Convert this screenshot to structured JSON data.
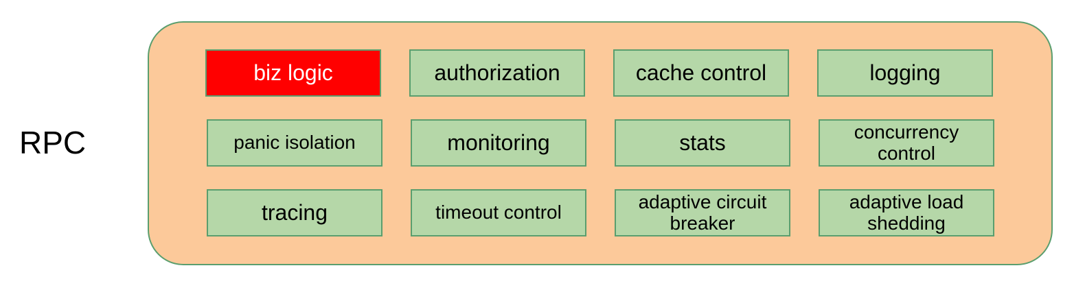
{
  "diagram": {
    "side_label": "RPC",
    "colors": {
      "container_fill": "#fcc99a",
      "container_border": "#5a9e6e",
      "box_fill": "#b5d7a8",
      "box_border": "#5a9e6e",
      "highlight_fill": "#ff0000",
      "highlight_text": "#ffffff"
    },
    "rows": [
      {
        "boxes": [
          {
            "label": "biz logic",
            "highlighted": true
          },
          {
            "label": "authorization"
          },
          {
            "label": "cache control"
          },
          {
            "label": "logging"
          }
        ]
      },
      {
        "boxes": [
          {
            "label": "panic isolation"
          },
          {
            "label": "monitoring"
          },
          {
            "label": "stats"
          },
          {
            "label": "concurrency control"
          }
        ]
      },
      {
        "boxes": [
          {
            "label": "tracing"
          },
          {
            "label": "timeout control"
          },
          {
            "label": "adaptive circuit breaker"
          },
          {
            "label": "adaptive load shedding"
          }
        ]
      }
    ]
  }
}
